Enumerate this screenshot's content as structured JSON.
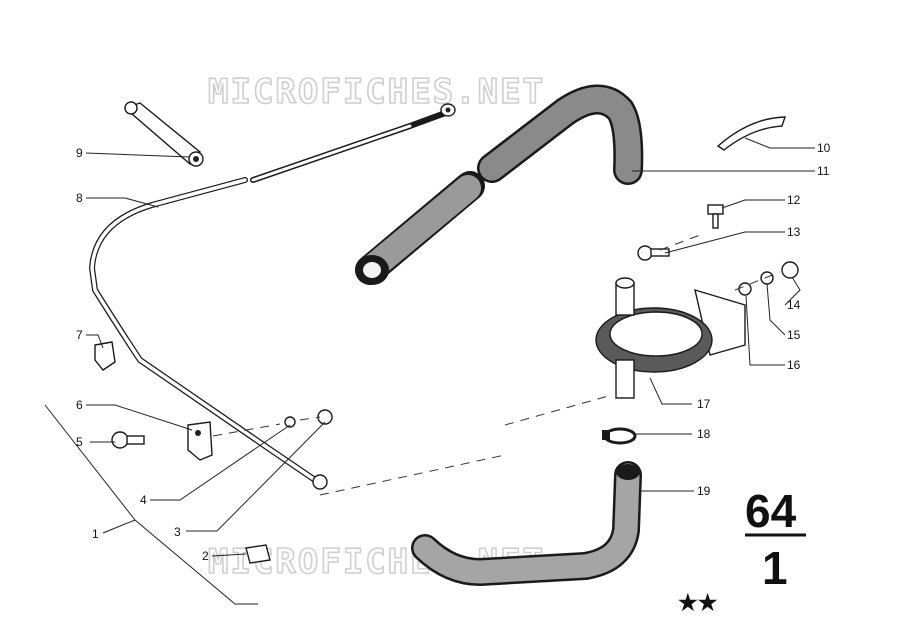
{
  "watermark": "MICROFICHES.NET",
  "group_number": "64",
  "subgroup_number": "1",
  "stars": "★★",
  "callouts": [
    "1",
    "2",
    "3",
    "4",
    "5",
    "6",
    "7",
    "8",
    "9",
    "10",
    "11",
    "12",
    "13",
    "14",
    "15",
    "16",
    "17",
    "18",
    "19"
  ]
}
